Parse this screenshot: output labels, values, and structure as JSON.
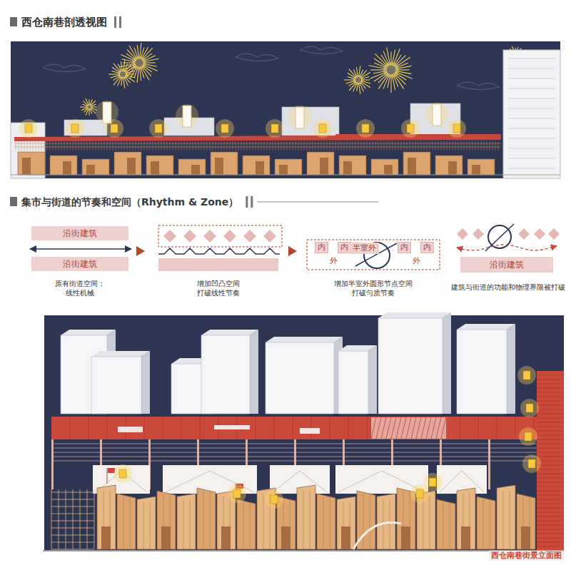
{
  "diagram": {
    "title": "西仓南巷剖透视图",
    "nodes": [
      {
        "text": [
          "沿街建筑"
        ]
      },
      {
        "text": [
          "沿街建筑"
        ]
      },
      {
        "text": [
          "内"
        ]
      },
      {
        "text": [
          "内"
        ]
      },
      {
        "text": [
          "半室外"
        ]
      },
      {
        "text": [
          "内"
        ]
      },
      {
        "text": [
          "内"
        ]
      },
      {
        "text": [
          "沿街建筑"
        ]
      }
    ],
    "labels": [
      "集市与街道的节奏和空间（Rhythm & Zone）",
      "原有街道空间： 线性机械",
      "增加凹凸空间 打破线性节奏",
      "外",
      "外",
      "增加半室外圆形节点空间 打破匀质节奏",
      "建筑与街道的功能和物理界限被打破",
      "西仓南巷街景立面图"
    ]
  }
}
